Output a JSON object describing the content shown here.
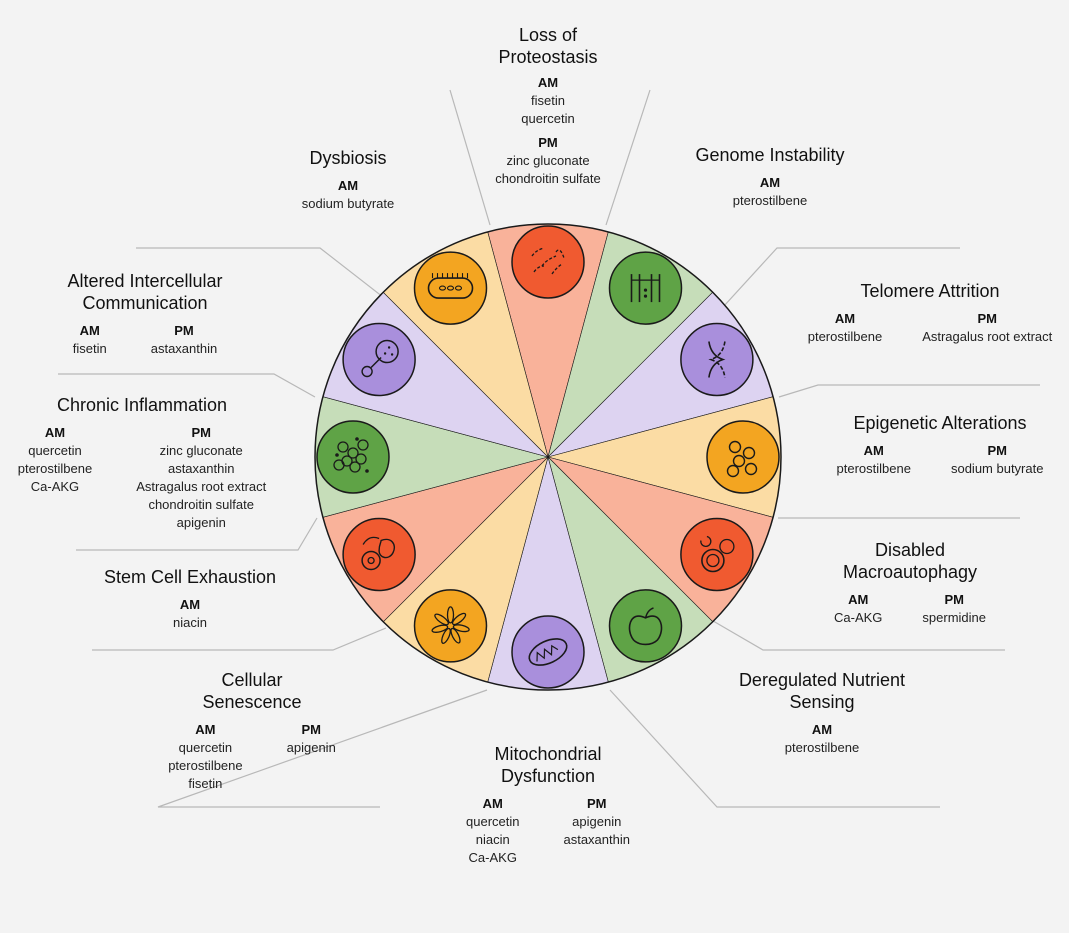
{
  "hallmarks": [
    {
      "id": "proteostasis",
      "title": [
        "Loss of",
        "Proteostasis"
      ],
      "am_label": "AM",
      "am": [
        "fisetin",
        "quercetin"
      ],
      "pm_label": "PM",
      "pm": [
        "zinc gluconate",
        "chondroitin sulfate"
      ],
      "layout": "stacked",
      "icon": "protein-strands-icon",
      "color": "#f05a30"
    },
    {
      "id": "genome",
      "title": [
        "Genome Instability"
      ],
      "am_label": "AM",
      "am": [
        "pterostilbene"
      ],
      "pm_label": "",
      "pm": [],
      "layout": "cols",
      "icon": "dna-ladder-icon",
      "color": "#5fa346"
    },
    {
      "id": "telomere",
      "title": [
        "Telomere Attrition"
      ],
      "am_label": "AM",
      "am": [
        "pterostilbene"
      ],
      "pm_label": "PM",
      "pm": [
        "Astragalus root extract"
      ],
      "layout": "cols",
      "icon": "chromosome-icon",
      "color": "#a98fdc"
    },
    {
      "id": "epigenetic",
      "title": [
        "Epigenetic Alterations"
      ],
      "am_label": "AM",
      "am": [
        "pterostilbene"
      ],
      "pm_label": "PM",
      "pm": [
        "sodium butyrate"
      ],
      "layout": "cols",
      "icon": "nucleosome-icon",
      "color": "#f3a521"
    },
    {
      "id": "autophagy",
      "title": [
        "Disabled",
        "Macroautophagy"
      ],
      "am_label": "AM",
      "am": [
        "Ca-AKG"
      ],
      "pm_label": "PM",
      "pm": [
        "spermidine"
      ],
      "layout": "cols",
      "icon": "autophagosome-icon",
      "color": "#f05a30"
    },
    {
      "id": "nutrient",
      "title": [
        "Deregulated Nutrient",
        "Sensing"
      ],
      "am_label": "AM",
      "am": [
        "pterostilbene"
      ],
      "pm_label": "",
      "pm": [],
      "layout": "cols",
      "icon": "apple-icon",
      "color": "#5fa346"
    },
    {
      "id": "mito",
      "title": [
        "Mitochondrial",
        "Dysfunction"
      ],
      "am_label": "AM",
      "am": [
        "quercetin",
        "niacin",
        "Ca-AKG"
      ],
      "pm_label": "PM",
      "pm": [
        "apigenin",
        "astaxanthin"
      ],
      "layout": "cols",
      "icon": "mitochondrion-icon",
      "color": "#a98fdc"
    },
    {
      "id": "senescence",
      "title": [
        "Cellular",
        "Senescence"
      ],
      "am_label": "AM",
      "am": [
        "quercetin",
        "pterostilbene",
        "fisetin"
      ],
      "pm_label": "PM",
      "pm": [
        "apigenin"
      ],
      "layout": "cols",
      "icon": "senescent-cell-icon",
      "color": "#f3a521"
    },
    {
      "id": "stemcell",
      "title": [
        "Stem Cell Exhaustion"
      ],
      "am_label": "AM",
      "am": [
        "niacin"
      ],
      "pm_label": "",
      "pm": [],
      "layout": "cols",
      "icon": "stem-cell-icon",
      "color": "#f05a30"
    },
    {
      "id": "inflammation",
      "title": [
        "Chronic Inflammation"
      ],
      "am_label": "AM",
      "am": [
        "quercetin",
        "pterostilbene",
        "Ca-AKG"
      ],
      "pm_label": "PM",
      "pm": [
        "zinc gluconate",
        "astaxanthin",
        "Astragalus root extract",
        "chondroitin sulfate",
        "apigenin"
      ],
      "layout": "cols",
      "icon": "inflamed-cells-icon",
      "color": "#5fa346"
    },
    {
      "id": "intercellular",
      "title": [
        "Altered Intercellular",
        "Communication"
      ],
      "am_label": "AM",
      "am": [
        "fisetin"
      ],
      "pm_label": "PM",
      "pm": [
        "astaxanthin"
      ],
      "layout": "cols",
      "icon": "cell-signal-icon",
      "color": "#a98fdc"
    },
    {
      "id": "dysbiosis",
      "title": [
        "Dysbiosis"
      ],
      "am_label": "AM",
      "am": [
        "sodium butyrate"
      ],
      "pm_label": "",
      "pm": [],
      "layout": "cols",
      "icon": "bacterium-icon",
      "color": "#f3a521"
    }
  ],
  "colors": {
    "background": "#f3f3f3",
    "wedge_red": "#f9b29a",
    "wedge_green": "#c6ddb9",
    "wedge_purple": "#ddd3f1",
    "wedge_yellow": "#fbdca4",
    "icon_red": "#f05a30",
    "icon_green": "#5fa346",
    "icon_purple": "#a98fdc",
    "icon_yellow": "#f3a521",
    "leader_line": "#b8b8b8",
    "outline": "#1a1a1a"
  }
}
